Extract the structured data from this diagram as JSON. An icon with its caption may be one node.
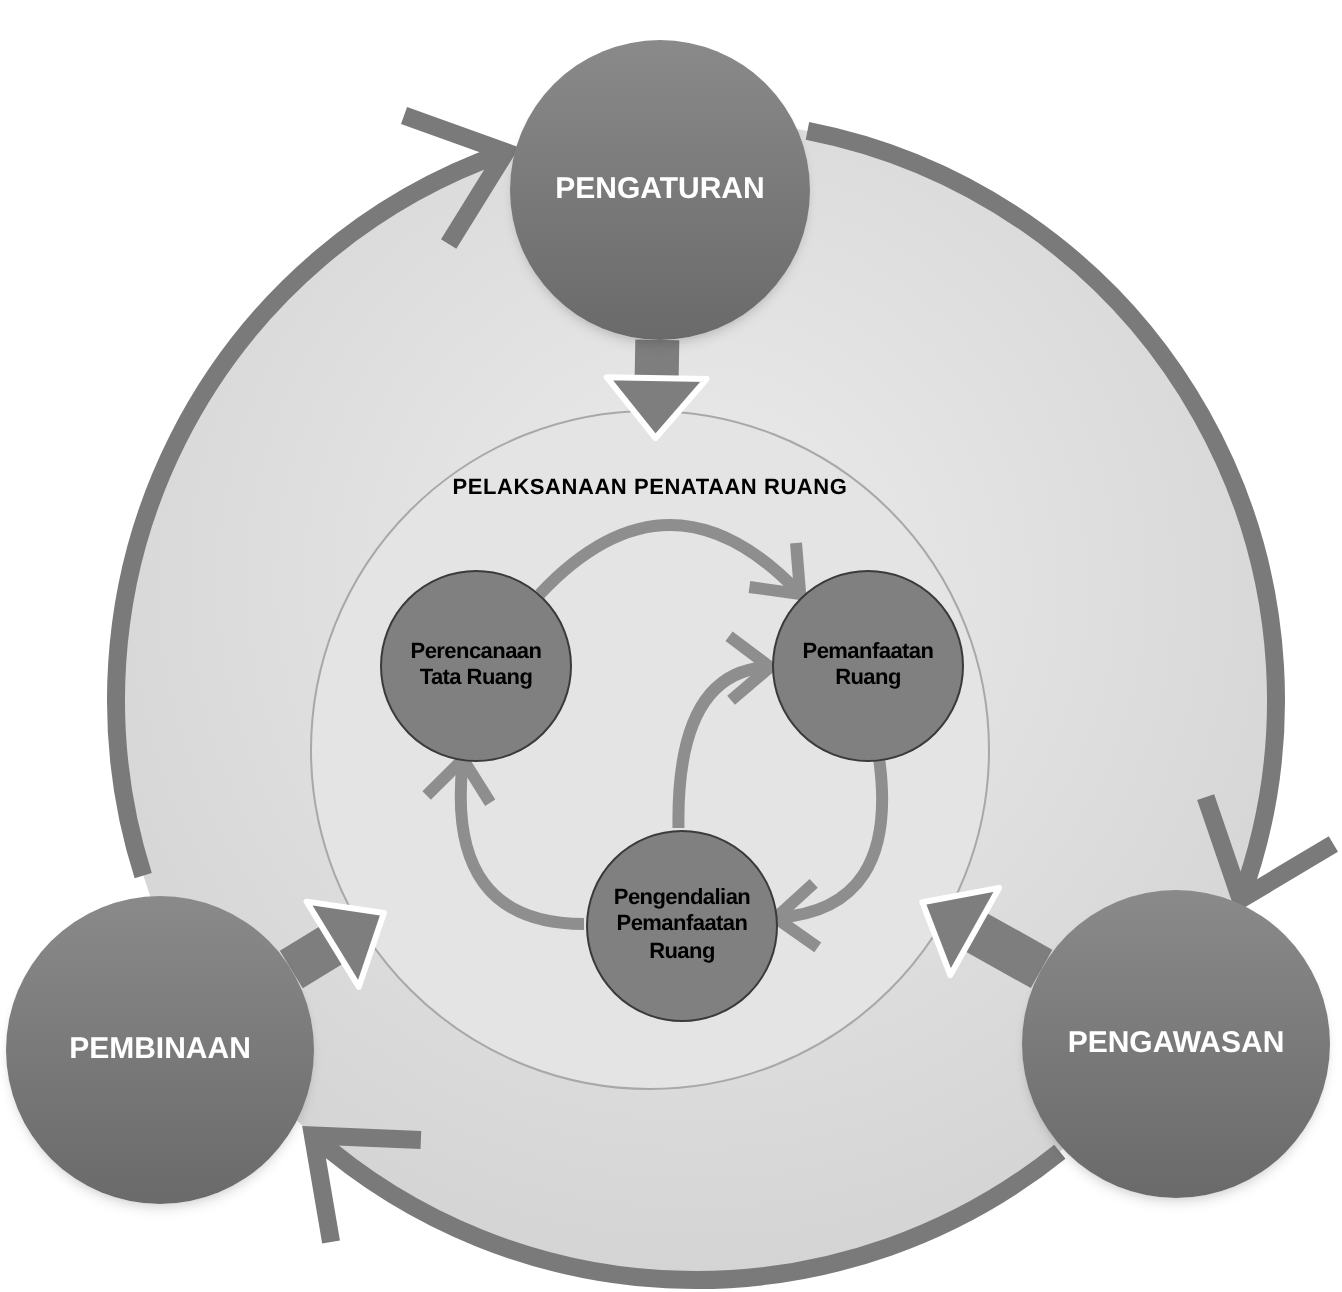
{
  "diagram": {
    "nodes": [
      {
        "text": [
          "PENGATURAN"
        ]
      },
      {
        "text": [
          "PELAKSANAAN PENATAAN RUANG"
        ]
      },
      {
        "text": [
          "Perencanaan Tata Ruang"
        ],
        "in": 1
      },
      {
        "text": [
          "Pemanfaatan Ruang"
        ],
        "in": 1
      },
      {
        "text": [
          "Pengendalian Pemanfaatan Ruang"
        ],
        "in": 1
      },
      {
        "text": [
          "PEMBINAAN"
        ]
      },
      {
        "text": [
          "PENGAWASAN"
        ]
      }
    ],
    "edges": [
      {
        "from": 0,
        "to": 1,
        "arrow": "to",
        "style": "thick"
      },
      {
        "from": 5,
        "to": 1,
        "arrow": "to",
        "style": "thick"
      },
      {
        "from": 6,
        "to": 1,
        "arrow": "to",
        "style": "thick"
      },
      {
        "from": 2,
        "to": 3,
        "arrow": "to"
      },
      {
        "from": 3,
        "to": 4,
        "arrow": "to"
      },
      {
        "from": 4,
        "to": 2,
        "arrow": "to"
      },
      {
        "from": 4,
        "to": 3,
        "arrow": "to"
      },
      {
        "from": 0,
        "to": 6,
        "arrow": "to"
      },
      {
        "from": 6,
        "to": 5,
        "arrow": "to"
      },
      {
        "from": 5,
        "to": 0,
        "arrow": "to"
      }
    ]
  }
}
